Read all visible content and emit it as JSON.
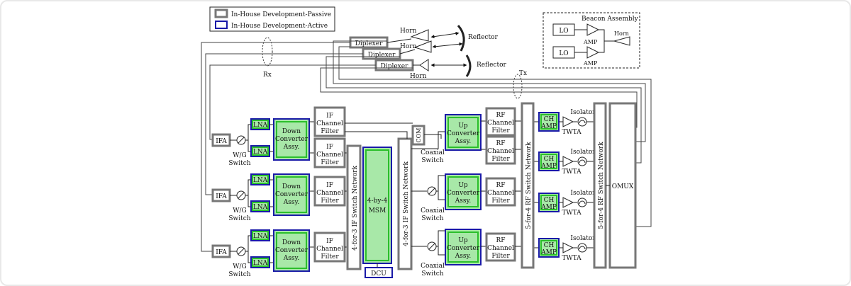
{
  "legend": {
    "passive": "In-House Development-Passive",
    "active": "In-House Development-Active"
  },
  "antenna": {
    "diplexer": "Diplexer",
    "horn": "Horn",
    "reflector": "Reflector",
    "rx": "Rx",
    "tx": "Tx"
  },
  "beacon": {
    "title": "Beacon Assembly",
    "lo": "LO",
    "amp": "AMP",
    "horn": "Horn"
  },
  "rx_chain": {
    "ifa": "IFA",
    "lna": "LNA",
    "wg_switch": [
      "W/G",
      "Switch"
    ],
    "down_converter": [
      "Down",
      "Converter",
      "Assy."
    ],
    "if_filter": [
      "IF",
      "Channel",
      "Filter"
    ]
  },
  "processor": {
    "if_switch_network": "4-for-3 IF Switch Network",
    "msm": [
      "4-by-4",
      "MSM"
    ],
    "if_switch_network_out": "4-for-3 IF Switch Network",
    "dcu": "DCU",
    "com": "COM"
  },
  "tx_chain": {
    "coaxial_switch": [
      "Coaxial",
      "Switch"
    ],
    "up_converter": [
      "Up",
      "Converter",
      "Assy."
    ],
    "rf_filter": [
      "RF",
      "Channel",
      "Filter"
    ],
    "rf_switch_in": "5-for-4 RF Switch Network",
    "ch_amp": [
      "CH",
      "AMP"
    ],
    "isolator": "Isolator",
    "twta": "TWTA",
    "rf_switch_out": "5-for-4 RF Switch Network",
    "omux": "OMUX"
  }
}
